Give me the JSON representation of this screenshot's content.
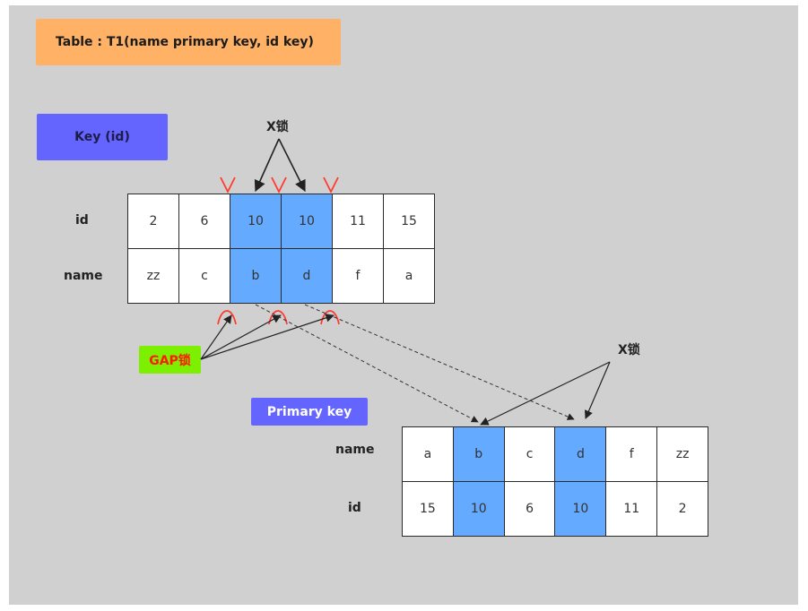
{
  "title": "Table : T1(name  primary  key, id   key)",
  "key_label": "Key  (id)",
  "primary_key_label": "Primary key",
  "gap_lock_label": "GAP锁",
  "x_lock_label_top": "X锁",
  "x_lock_label_bottom": "X锁",
  "key_table": {
    "rows": [
      {
        "label": "id",
        "cells": [
          "2",
          "6",
          "10",
          "10",
          "11",
          "15"
        ]
      },
      {
        "label": "name",
        "cells": [
          "zz",
          "c",
          "b",
          "d",
          "f",
          "a"
        ]
      }
    ],
    "highlight_columns": [
      2,
      3
    ]
  },
  "pk_table": {
    "rows": [
      {
        "label": "name",
        "cells": [
          "a",
          "b",
          "c",
          "d",
          "f",
          "zz"
        ]
      },
      {
        "label": "id",
        "cells": [
          "15",
          "10",
          "6",
          "10",
          "11",
          "2"
        ]
      }
    ],
    "highlight_columns": [
      1,
      3
    ]
  },
  "colors": {
    "background": "#d0d0d0",
    "title_box": "#ffb166",
    "key_box": "#6464ff",
    "highlight_cell": "#64aaff",
    "gap_box": "#7cf000",
    "gap_text": "#ff1a00",
    "gap_marks": "#ff3b30"
  }
}
